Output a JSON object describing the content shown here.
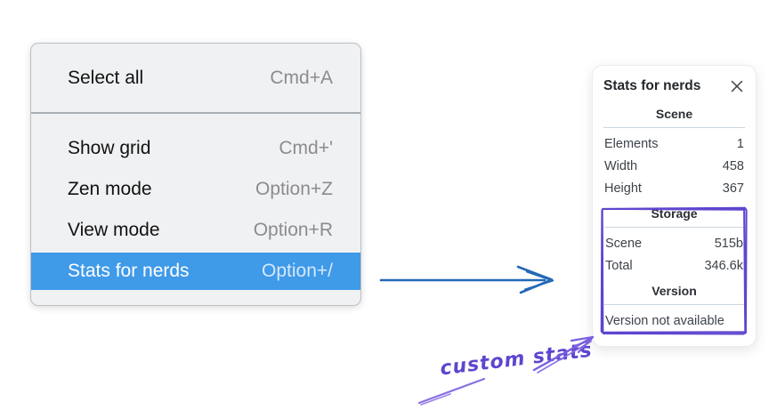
{
  "menu": {
    "groups": [
      {
        "items": [
          {
            "label": "Select all",
            "shortcut": "Cmd+A"
          }
        ]
      },
      {
        "items": [
          {
            "label": "Show grid",
            "shortcut": "Cmd+'"
          },
          {
            "label": "Zen mode",
            "shortcut": "Option+Z"
          },
          {
            "label": "View mode",
            "shortcut": "Option+R"
          },
          {
            "label": "Stats for nerds",
            "shortcut": "Option+/"
          }
        ]
      }
    ],
    "highlighted_item": "Stats for nerds"
  },
  "stats_panel": {
    "title": "Stats for nerds",
    "sections": {
      "scene": {
        "header": "Scene",
        "rows": [
          {
            "label": "Elements",
            "value": "1"
          },
          {
            "label": "Width",
            "value": "458"
          },
          {
            "label": "Height",
            "value": "367"
          }
        ]
      },
      "storage": {
        "header": "Storage",
        "rows": [
          {
            "label": "Scene",
            "value": "515b"
          },
          {
            "label": "Total",
            "value": "346.6k"
          }
        ]
      },
      "version": {
        "header": "Version",
        "note": "Version not available"
      }
    }
  },
  "annotation": {
    "label": "custom stats"
  },
  "icons": {
    "close": "x-mark",
    "flow_arrow": "arrow-right",
    "annotation_arrow": "arrow-up-right"
  },
  "colors": {
    "menu_highlight": "#3f9ae8",
    "flow_arrow_blue": "#2268b5",
    "annotation_purple": "#5f45cf",
    "menu_background": "#f0f1f3",
    "panel_divider": "#ccd5dd"
  }
}
